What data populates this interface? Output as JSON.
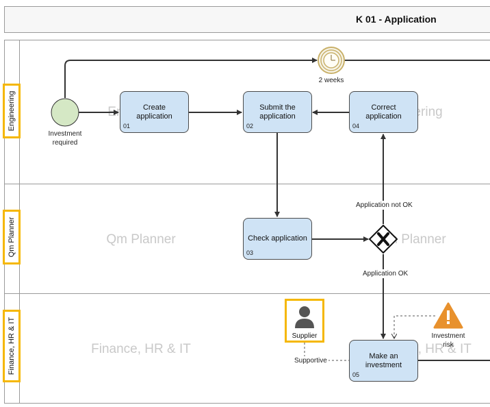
{
  "diagram": {
    "title": "K 01 - Application",
    "lanes": [
      {
        "label": "Engineering",
        "watermark": "Engineering"
      },
      {
        "label": "Qm Planner",
        "watermark": "Qm Planner"
      },
      {
        "label": "Finance, HR & IT",
        "watermark": "Finance, HR & IT"
      }
    ],
    "start_event": {
      "label": "Investment required"
    },
    "timer_event": {
      "label": "2 weeks"
    },
    "tasks": [
      {
        "label": "Create application",
        "number": "01"
      },
      {
        "label": "Submit the application",
        "number": "02"
      },
      {
        "label": "Check application",
        "number": "03"
      },
      {
        "label": "Correct application",
        "number": "04"
      },
      {
        "label": "Make an investment",
        "number": "05"
      }
    ],
    "gateway": {
      "type": "exclusive",
      "symbol": "X",
      "label_no": "Application not OK",
      "label_ok": "Application OK"
    },
    "resource": {
      "label": "Supplier",
      "role": "Supportive",
      "icon": "person-icon"
    },
    "risk": {
      "label": "Investment risk",
      "icon": "warning-icon",
      "color": "#e8912d"
    },
    "colors": {
      "task_fill": "#cfe3f5",
      "start_fill": "#d5e8c5",
      "highlight": "#f5b700",
      "timer": "#c9b16a"
    }
  }
}
